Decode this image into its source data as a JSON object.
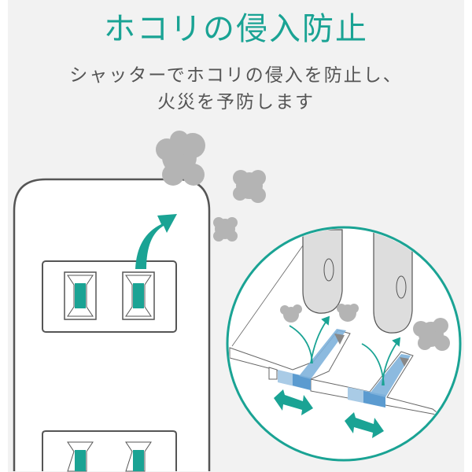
{
  "title": "ホコリの侵入防止",
  "subtitle_line1": "シャッターでホコリの侵入を防止し、",
  "subtitle_line2": "火災を予防します",
  "colors": {
    "accent": "#1aa394",
    "background": "#f2f2f2",
    "dust": "#b4b4b4",
    "shutter": "#5b9bd0"
  }
}
